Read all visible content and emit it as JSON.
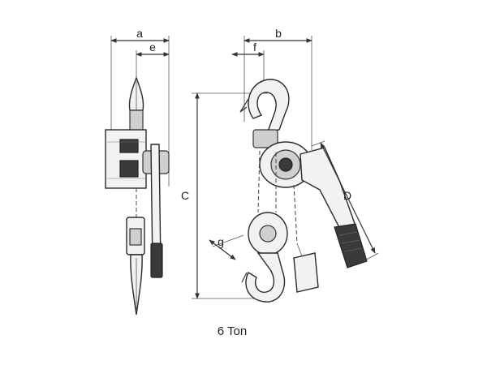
{
  "labels": {
    "dim_a": "a",
    "dim_e": "e",
    "dim_b": "b",
    "dim_f": "f",
    "dim_c": "C",
    "dim_d": "D",
    "dim_g": "g",
    "caption": "6 Ton"
  }
}
